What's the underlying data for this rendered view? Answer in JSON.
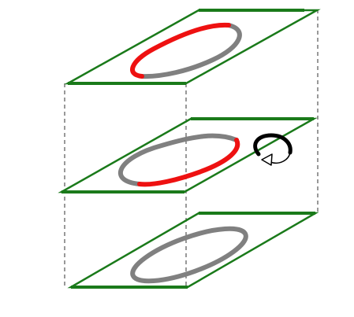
{
  "diagram": {
    "layers": [
      {
        "name": "top",
        "ring": {
          "gray_part": "right",
          "red_part": "left-top"
        }
      },
      {
        "name": "middle",
        "ring": {
          "gray_part": "left",
          "red_part": "right-bottom"
        }
      },
      {
        "name": "bottom",
        "ring": {
          "gray_part": "full",
          "red_part": "none"
        }
      }
    ],
    "colors": {
      "plane_edge": "#1a7a1a",
      "ring_gray": "#808080",
      "ring_red": "#ee1111",
      "guide_line": "#333333",
      "rotation_arrow": "#000000"
    },
    "icons": [
      "rotation-arrow-icon"
    ]
  }
}
